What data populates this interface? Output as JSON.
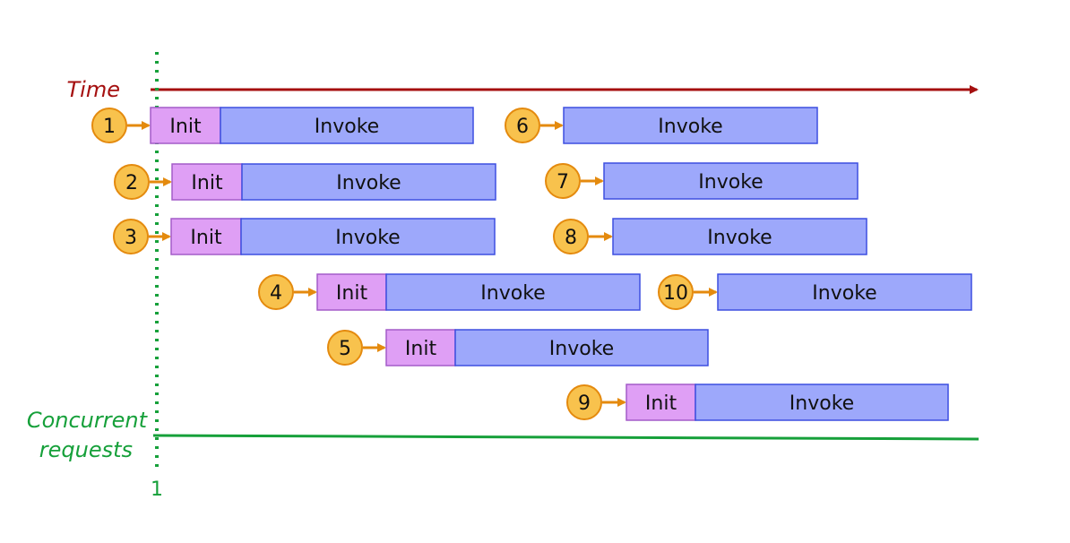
{
  "labels": {
    "time": "Time",
    "concurrent_line1": "Concurrent",
    "concurrent_line2": "requests",
    "concurrency_marker": "1"
  },
  "colors": {
    "time_axis": "#a50f0f",
    "concurrency": "#16a03a",
    "init_fill": "#df9ff5",
    "init_stroke": "#a45cc8",
    "invoke_fill": "#9da8fb",
    "invoke_stroke": "#3d4fe0",
    "badge_fill": "#f8c24d",
    "badge_stroke": "#e48a0e",
    "arrow": "#e48a0e",
    "text": "#111111"
  },
  "requests": [
    {
      "number": "1",
      "init_label": "Init",
      "invoke_label": "Invoke"
    },
    {
      "number": "2",
      "init_label": "Init",
      "invoke_label": "Invoke"
    },
    {
      "number": "3",
      "init_label": "Init",
      "invoke_label": "Invoke"
    },
    {
      "number": "4",
      "init_label": "Init",
      "invoke_label": "Invoke"
    },
    {
      "number": "5",
      "init_label": "Init",
      "invoke_label": "Invoke"
    },
    {
      "number": "6",
      "init_label": "",
      "invoke_label": "Invoke"
    },
    {
      "number": "7",
      "init_label": "",
      "invoke_label": "Invoke"
    },
    {
      "number": "8",
      "init_label": "",
      "invoke_label": "Invoke"
    },
    {
      "number": "9",
      "init_label": "Init",
      "invoke_label": "Invoke"
    },
    {
      "number": "10",
      "init_label": "",
      "invoke_label": "Invoke"
    }
  ]
}
